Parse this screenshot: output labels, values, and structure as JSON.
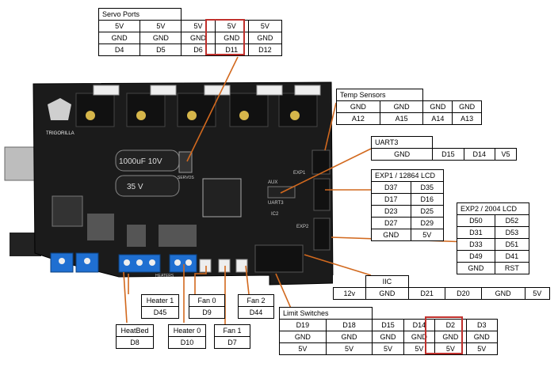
{
  "servo_ports": {
    "title": "Servo Ports",
    "rows": [
      [
        "5V",
        "5V",
        "5V",
        "5V",
        "5V"
      ],
      [
        "GND",
        "GND",
        "GND",
        "GND",
        "GND"
      ],
      [
        "D4",
        "D5",
        "D6",
        "D11",
        "D12"
      ]
    ]
  },
  "temp_sensors": {
    "title": "Temp Sensors",
    "rows": [
      [
        "GND",
        "GND",
        "GND",
        "GND"
      ],
      [
        "A12",
        "A15",
        "A14",
        "A13"
      ]
    ]
  },
  "uart3": {
    "title": "UART3",
    "rows": [
      [
        "GND",
        "D15",
        "D14",
        "V5"
      ]
    ]
  },
  "exp1": {
    "title": "EXP1 / 12864 LCD",
    "rows": [
      [
        "D37",
        "D35"
      ],
      [
        "D17",
        "D16"
      ],
      [
        "D23",
        "D25"
      ],
      [
        "D27",
        "D29"
      ],
      [
        "GND",
        "5V"
      ]
    ]
  },
  "exp2": {
    "title": "EXP2 / 2004 LCD",
    "rows": [
      [
        "D50",
        "D52"
      ],
      [
        "D31",
        "D53"
      ],
      [
        "D33",
        "D51"
      ],
      [
        "D49",
        "D41"
      ],
      [
        "GND",
        "RST"
      ]
    ]
  },
  "iic": {
    "title": "IIC",
    "rows": [
      [
        "12v",
        "GND",
        "D21",
        "D20",
        "GND",
        "5V"
      ]
    ]
  },
  "limit_switches": {
    "title": "Limit Switches",
    "rows": [
      [
        "D19",
        "D18",
        "D15",
        "D14",
        "D2",
        "D3"
      ],
      [
        "GND",
        "GND",
        "GND",
        "GND",
        "GND",
        "GND"
      ],
      [
        "5V",
        "5V",
        "5V",
        "5V",
        "5V",
        "5V"
      ]
    ]
  },
  "outputs": {
    "heater1": {
      "name": "Heater 1",
      "pin": "D45"
    },
    "fan0": {
      "name": "Fan 0",
      "pin": "D9"
    },
    "fan2": {
      "name": "Fan 2",
      "pin": "D44"
    },
    "heatbed": {
      "name": "HeatBed",
      "pin": "D8"
    },
    "heater0": {
      "name": "Heater 0",
      "pin": "D10"
    },
    "fan1": {
      "name": "Fan 1",
      "pin": "D7"
    }
  },
  "board": {
    "brand": "TRIGORILLA",
    "cap_label": "1000uF 10V",
    "cap_label2": "35 V",
    "labels": [
      "AUX",
      "UART3",
      "EXP1",
      "EXP2",
      "IC2",
      "SERVOS",
      "HEATERS"
    ]
  },
  "colors": {
    "wire": "#d2691e",
    "highlight": "#c0302c",
    "pcb": "#1b1b1b",
    "terminal": "#1f6fd1"
  }
}
